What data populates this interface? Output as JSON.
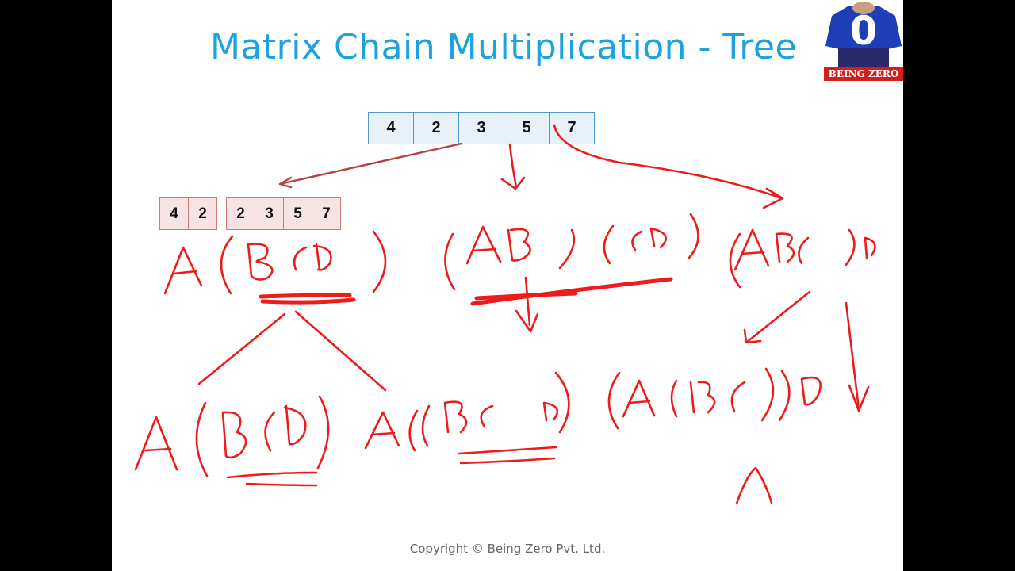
{
  "title": "Matrix Chain Multiplication - Tree",
  "main_array": [
    "4",
    "2",
    "3",
    "5",
    "7"
  ],
  "left_array": [
    "4",
    "2"
  ],
  "right_array": [
    "2",
    "3",
    "5",
    "7"
  ],
  "logo": {
    "digit": "0",
    "label": "BEING ZERO"
  },
  "footer": "Copyright © Being Zero Pvt. Ltd.",
  "colors": {
    "title": "#1aa3e0",
    "ink": "#ee1b1b",
    "main_cell_border": "#4a9ad4",
    "sub_cell_border": "#d17a7a"
  }
}
